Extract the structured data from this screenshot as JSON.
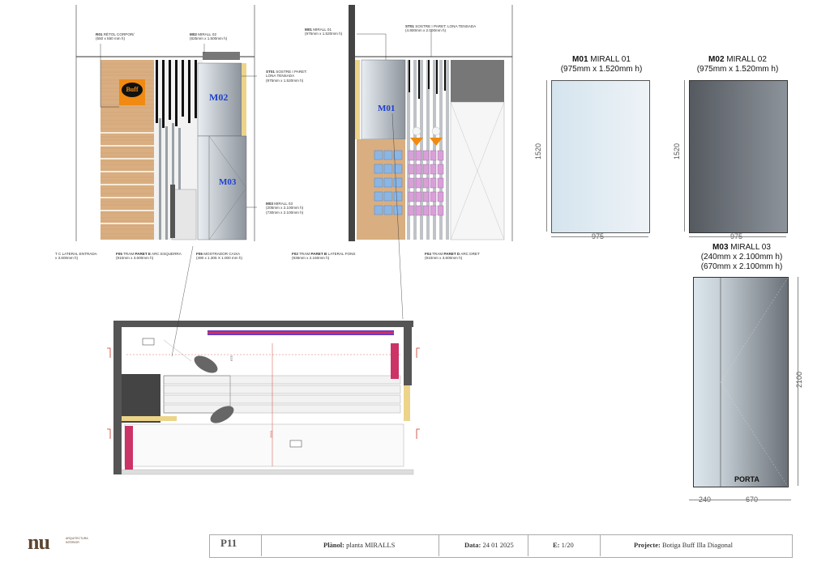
{
  "elev_left": {
    "r01": {
      "code": "R01",
      "text": "RÈTOL CORPOR/",
      "dims": "(550 x 550 mm h)"
    },
    "m02": {
      "code": "M02",
      "text": "MIRALL 02",
      "dims": "(825mm x 1.500mm h)"
    },
    "st01": {
      "code": "ST01",
      "text": "SOSTRE I PARET:",
      "text2": "LONA TENSADA",
      "dims": "(975mm x 1.520mm h)"
    },
    "m03": {
      "code": "M03",
      "text": "MIRALL 03",
      "dims1": "(205mm x 2.100mm h)",
      "dims2": "(730mm x 2.100mm h)"
    },
    "fc": {
      "text": "T C LATERAL ENTRADA",
      "dims": "x 3.600mm h)"
    },
    "f05": {
      "code": "F05",
      "text": "TRAM",
      "bold": "PARET E",
      "text2": "ARC ESQUERRA",
      "dims": "(910mm x 3.600mm h)"
    },
    "f06": {
      "code": "F06",
      "text": "MOSTRADOR CAIXA",
      "dims": "(490 x 1.305 X 1.000 mm h)"
    },
    "logo_text": "Buff",
    "tag_m02": "M02",
    "tag_m03": "M03"
  },
  "elev_right": {
    "m01": {
      "code": "M01",
      "text": "MIRALL 01",
      "dims": "(975mm x 1.520mm h)"
    },
    "st01": {
      "code": "ST01",
      "text": "SOSTRE I PARET: LONA TENSADA",
      "dims": "(4.800mm x 2.000mm h)"
    },
    "f02": {
      "code": "F02",
      "text": "TRAM",
      "bold": "PARET B",
      "text2": "LATERAL FONS",
      "dims": "(935mm x 2.160mm h)"
    },
    "f04": {
      "code": "F04",
      "text": "TRAM",
      "bold": "PARET D",
      "text2": "ARC DRET",
      "dims": "(910mm x 3.600mm h)"
    },
    "tag_m01": "M01"
  },
  "mirrors": {
    "m01": {
      "code": "M01",
      "name": "MIRALL 01",
      "dims": "(975mm x 1.520mm h)",
      "height": "1520",
      "width": "975"
    },
    "m02": {
      "code": "M02",
      "name": "MIRALL 02",
      "dims": "(975mm x 1.520mm h)",
      "height": "1520",
      "width": "975"
    },
    "m03": {
      "code": "M03",
      "name": "MIRALL 03",
      "dims1": "(240mm x 2.100mm h)",
      "dims2": "(670mm x 2.100mm h)",
      "height": "2100",
      "width_a": "240",
      "width_b": "670",
      "door_label": "PORTA"
    }
  },
  "plan": {
    "dim_counter": "675",
    "dim_length": "2550"
  },
  "titleblock": {
    "logo": "nu",
    "logo_sub1": "ARQUITECTURA",
    "logo_sub2": "INTERIOR",
    "sheet": "P11",
    "plan_label": "Plànol:",
    "plan_value": "planta MIRALLS",
    "date_label": "Data:",
    "date_value": "24 01 2025",
    "scale_label": "E:",
    "scale_value": "1/20",
    "project_label": "Projecte:",
    "project_value": "Botiga Buff Illa Diagonal"
  },
  "colors": {
    "wood": "#d8ae80",
    "mirror_light": "#d9e7f0",
    "mirror_dark": "#5b6068",
    "blue_tag": "#1c3fd0",
    "shelf_blue": "#8ab6e6",
    "shelf_pink": "#d9a0d8",
    "brand_orange": "#f08a12"
  }
}
